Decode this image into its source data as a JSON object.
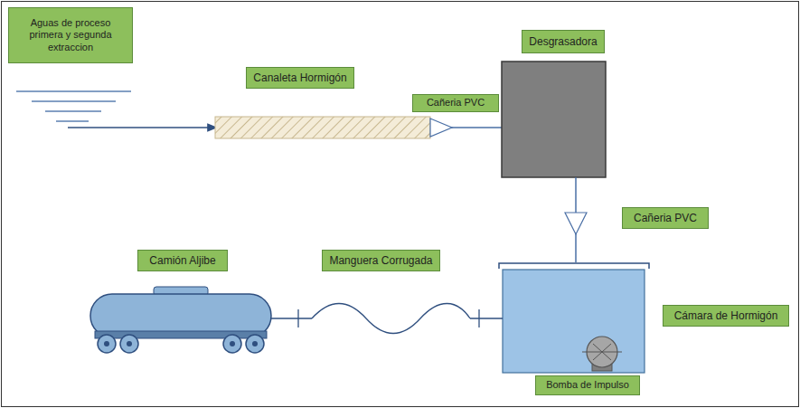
{
  "diagram": {
    "nodes": [
      {
        "text": [
          "Aguas de proceso primera y segunda extraccion"
        ]
      },
      {
        "text": [
          "Canaleta Hormigón"
        ]
      },
      {
        "text": [
          "Cañeria PVC"
        ]
      },
      {
        "text": [
          "Desgrasadora"
        ]
      },
      {
        "text": [
          "Cañeria PVC"
        ]
      },
      {
        "text": [
          "Camión Aljibe"
        ]
      },
      {
        "text": [
          "Manguera Corrugada"
        ]
      },
      {
        "text": [
          "Cámara de Hormigón"
        ]
      },
      {
        "text": [
          "Bomba de Impulso"
        ]
      }
    ]
  }
}
